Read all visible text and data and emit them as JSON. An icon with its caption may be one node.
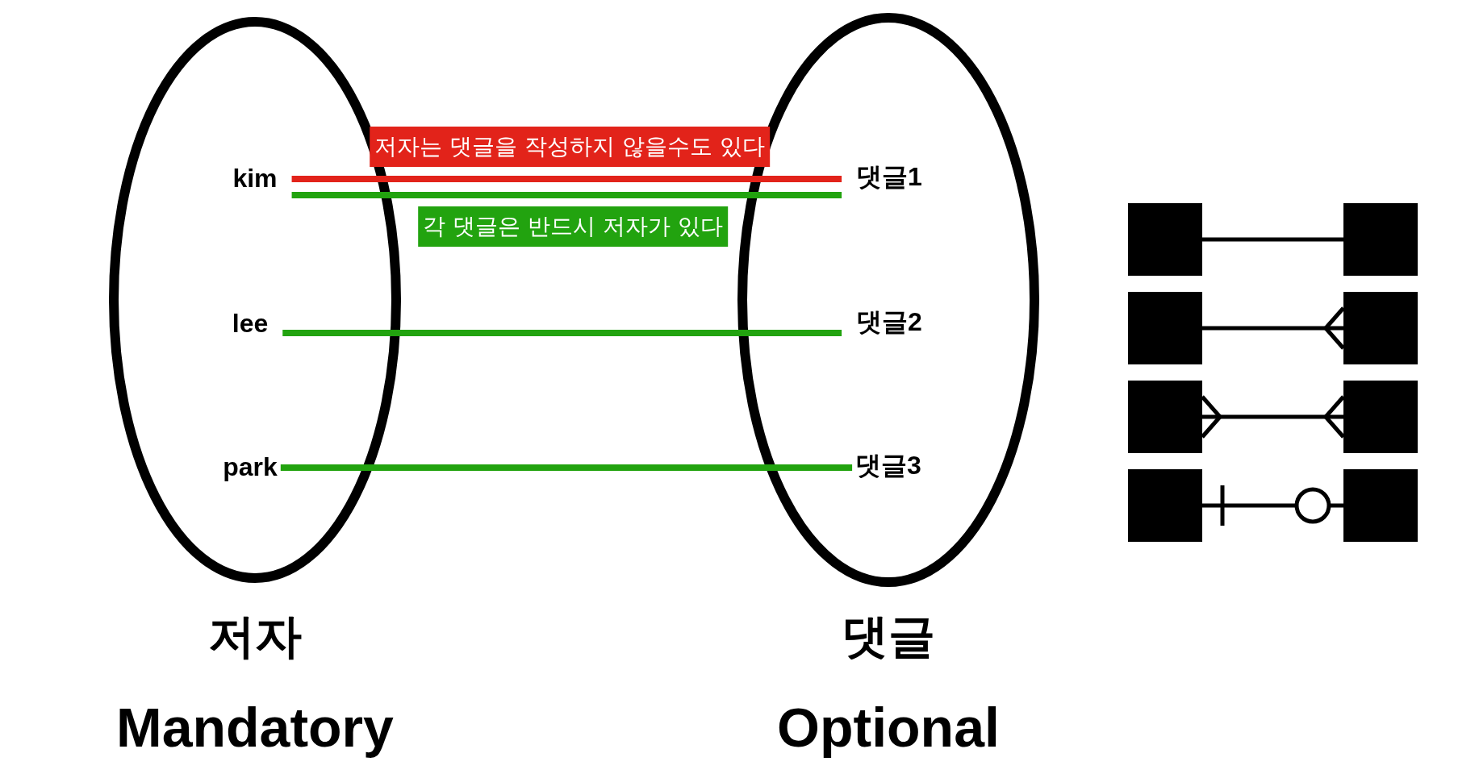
{
  "diagram": {
    "nodes": [
      {
        "text": [
          "저자"
        ],
        "beside": [
          "Mandatory"
        ]
      },
      {
        "text": [
          "kim"
        ],
        "in": 0
      },
      {
        "text": [
          "lee"
        ],
        "in": 0
      },
      {
        "text": [
          "park"
        ],
        "in": 0
      },
      {
        "text": [
          "댓글"
        ],
        "beside": [
          "Optional"
        ]
      },
      {
        "text": [
          "댓글1"
        ],
        "in": 4
      },
      {
        "text": [
          "댓글2"
        ],
        "in": 4
      },
      {
        "text": [
          "댓글3"
        ],
        "in": 4
      },
      {
        "text": [],
        "shape": "box"
      },
      {
        "text": [],
        "shape": "box"
      },
      {
        "text": [],
        "shape": "box"
      },
      {
        "text": [],
        "shape": "box"
      },
      {
        "text": [],
        "shape": "box"
      },
      {
        "text": [],
        "shape": "box"
      },
      {
        "text": [],
        "shape": "box"
      },
      {
        "text": [],
        "shape": "box"
      }
    ],
    "edges": [
      {
        "from": 1,
        "to": 5,
        "arrow": "none",
        "color": "#e2231a",
        "label": "저자는 댓글을 작성하지 않을수도 있다"
      },
      {
        "from": 1,
        "to": 5,
        "arrow": "none",
        "color": "#22a30f",
        "label": "각 댓글은 반드시 저자가 있다"
      },
      {
        "from": 2,
        "to": 6,
        "arrow": "none",
        "color": "#22a30f"
      },
      {
        "from": 3,
        "to": 7,
        "arrow": "none",
        "color": "#22a30f"
      },
      {
        "from": 8,
        "to": 9,
        "arrow": "none"
      },
      {
        "from": 10,
        "to": 11,
        "arrow": "other"
      },
      {
        "from": 12,
        "to": 13,
        "arrow": "other"
      },
      {
        "from": 14,
        "to": 15,
        "arrow": "other"
      }
    ]
  }
}
